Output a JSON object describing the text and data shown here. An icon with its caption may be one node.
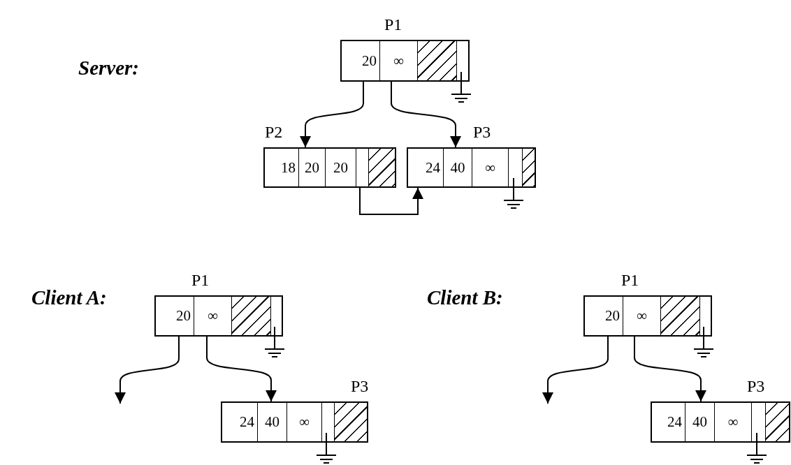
{
  "diagram": {
    "nodes": [
      {
        "text": [
          "P1",
          "20",
          "∞"
        ]
      },
      {
        "text": [
          "P2",
          "18",
          "20",
          "20"
        ]
      },
      {
        "text": [
          "P3",
          "24",
          "40",
          "∞"
        ]
      },
      {
        "text": [
          "P1",
          "20",
          "∞"
        ]
      },
      {
        "text": [
          "P3",
          "24",
          "40",
          "∞"
        ]
      },
      {
        "text": [
          "P1",
          "20",
          "∞"
        ]
      },
      {
        "text": [
          "P3",
          "24",
          "40",
          "∞"
        ]
      }
    ],
    "edges": [
      {
        "from": 0,
        "to": 1,
        "arrow": "to"
      },
      {
        "from": 0,
        "to": 2,
        "arrow": "to"
      },
      {
        "from": 1,
        "to": 2,
        "arrow": "to"
      },
      {
        "from": 3,
        "to": null,
        "arrow": "to"
      },
      {
        "from": 3,
        "to": 4,
        "arrow": "to"
      },
      {
        "from": 5,
        "to": null,
        "arrow": "to"
      },
      {
        "from": 5,
        "to": 6,
        "arrow": "to"
      }
    ],
    "labels": [
      "Server:",
      "Client A:",
      "Client B:"
    ]
  }
}
